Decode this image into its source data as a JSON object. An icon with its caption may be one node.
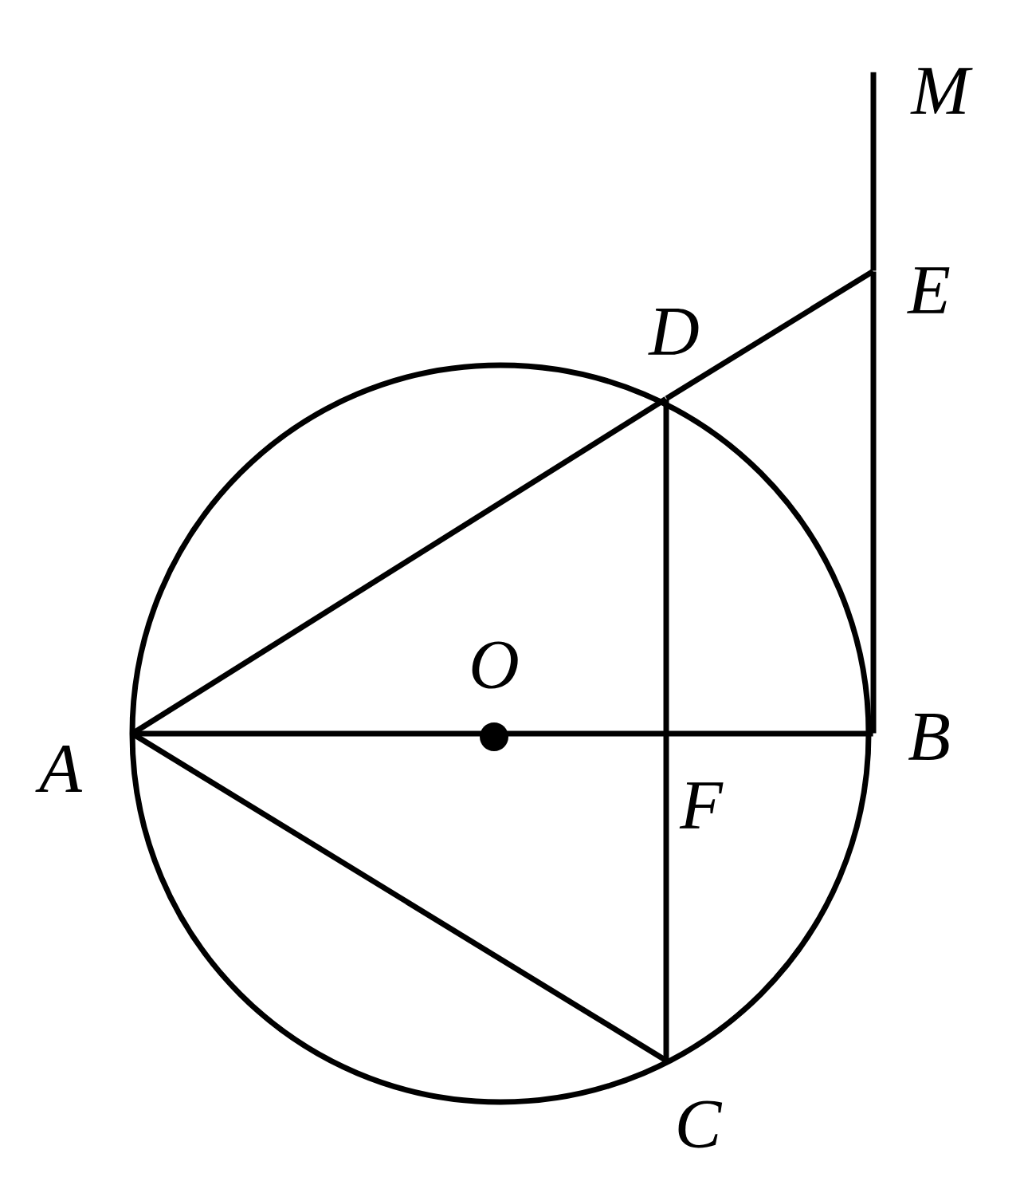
{
  "diagram": {
    "nodes": [
      {
        "text": [
          "M"
        ]
      },
      {
        "text": [
          "E"
        ]
      },
      {
        "text": [
          "D"
        ]
      },
      {
        "text": [
          "O"
        ]
      },
      {
        "text": [
          "A"
        ]
      },
      {
        "text": [
          "B"
        ]
      },
      {
        "text": [
          "F"
        ]
      },
      {
        "text": [
          "C"
        ]
      }
    ],
    "edges": [
      {
        "from": 4,
        "to": 5,
        "arrow": "none"
      },
      {
        "from": 4,
        "to": 2,
        "arrow": "none"
      },
      {
        "from": 2,
        "to": 1,
        "arrow": "none"
      },
      {
        "from": 4,
        "to": 7,
        "arrow": "none"
      },
      {
        "from": 2,
        "to": 7,
        "arrow": "none"
      },
      {
        "from": 5,
        "to": 1,
        "arrow": "none"
      },
      {
        "from": 1,
        "to": 0,
        "arrow": "none"
      }
    ]
  }
}
